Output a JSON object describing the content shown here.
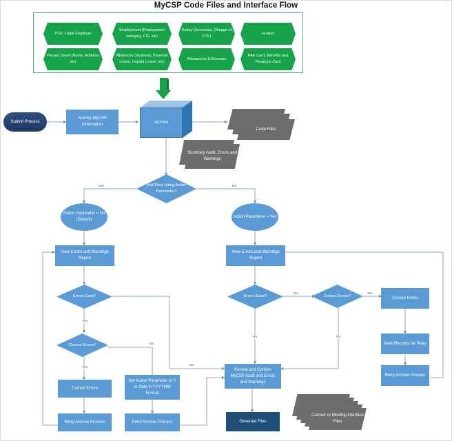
{
  "title": "MyCSP Code Files and Interface Flow",
  "colors": {
    "green": "#16a34a",
    "blue": "#5b9bd5",
    "dark_blue": "#1f4e79",
    "navy": "#1f3864",
    "gray_doc": "#6d6d6d",
    "connector": "#8ea9c1",
    "panel_border": "#45b37a"
  },
  "source_panel": {
    "items": [
      {
        "label": "PSU, Legal Employer"
      },
      {
        "label": "Employment (Employment category, FTE etc)"
      },
      {
        "label": "Salary (Increases, Change of FTE)"
      },
      {
        "label": "Grades"
      },
      {
        "label": "Person Detail (Name, Address etc)"
      },
      {
        "label": "Absences (Sickness, Parental Leave, Unpaid Leave, etc)"
      },
      {
        "label": "Allowances & Bonuses"
      },
      {
        "label": "PAE Card, Benefits and Pensions Card"
      }
    ]
  },
  "nodes": {
    "submit_process": "Submit Process",
    "archive_mycsp_information": "Archive MyCSP Information",
    "archive": "Archive",
    "code_files": "Code Files",
    "summary_audit": "Summary Audit, Errors and Warnings",
    "halt_flow": "Halt Flow Using Action Parameter?",
    "action_param_no": "Action Parameter = No (Default)",
    "action_param_yes": "Action Parameter = Yes",
    "view_errors_left": "View Errors and Warnings Report",
    "view_errors_right": "View Errors and Warnings Report",
    "errors_exist_left": "Errors Exist?",
    "errors_exist_right": "Errors Exist?",
    "correct_errors_q_left": "Correct Errors?",
    "correct_errors_q_right": "Correct Errors?",
    "correct_errors_left": "Correct Errors",
    "correct_errors_right": "Correct Errors",
    "set_action_parameter": "Set Action Parameter to Y or Date in YYYYMM Format",
    "retry_archive_left": "Retry Archive Process",
    "retry_archive_mid": "Retry Archive Process",
    "retry_archive_right": "Retry Archive Process",
    "mark_records_for_retry": "Mark Records for Retry",
    "review_and_confirm": "Review and Confirm MyCSP Audit and Errors and Warnings",
    "generate_files": "Generate Files",
    "cutover_files": "Cutover or Monthly Interface Files"
  },
  "edge_labels": {
    "halt_yes": "Yes",
    "halt_no": "No",
    "left_errors_yes": "Yes",
    "left_errors_no": "No",
    "left_correct_yes": "Yes",
    "left_correct_no": "No",
    "right_errors_yes": "Yes",
    "right_errors_no": "No",
    "right_correct_yes": "Yes",
    "right_correct_no": "No"
  }
}
